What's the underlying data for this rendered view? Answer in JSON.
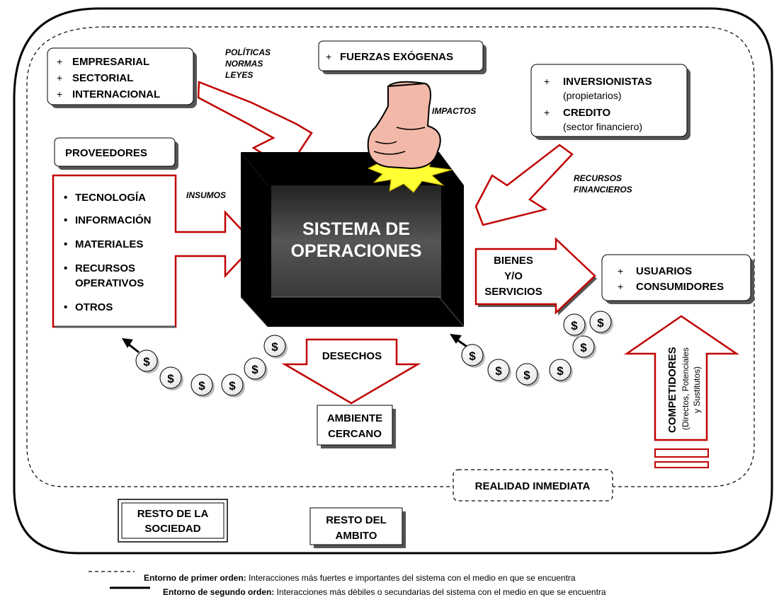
{
  "top_left_box": {
    "bullet": "+",
    "items": [
      "EMPRESARIAL",
      "SECTORIAL",
      "INTERNACIONAL"
    ]
  },
  "policies_label": [
    "POLÍTICAS",
    "NORMAS",
    "LEYES"
  ],
  "exogenous_box": {
    "bullet": "+",
    "label": "FUERZAS EXÓGENAS"
  },
  "impacts_label": "IMPACTOS",
  "investors_box": {
    "bullet": "+",
    "line1": "INVERSIONISTAS",
    "line1_sub": "(propietarios)",
    "line2": "CREDITO",
    "line2_sub": "(sector financiero)"
  },
  "financial_resources_label": [
    "RECURSOS",
    "FINANCIEROS"
  ],
  "suppliers_box": "PROVEEDORES",
  "inputs_label": "INSUMOS",
  "inputs_list": {
    "bullet": "•",
    "items": [
      "TECNOLOGÍA",
      "INFORMACIÓN",
      "MATERIALES",
      "RECURSOS",
      "OPERATIVOS",
      "OTROS"
    ]
  },
  "system_label": [
    "SISTEMA DE",
    "OPERACIONES"
  ],
  "goods_label": [
    "BIENES",
    "Y/O",
    "SERVICIOS"
  ],
  "users_box": {
    "bullet": "+",
    "items": [
      "USUARIOS",
      "CONSUMIDORES"
    ]
  },
  "waste_label": "DESECHOS",
  "near_env_box": [
    "AMBIENTE",
    "CERCANO"
  ],
  "competitors_label": "COMPETIDORES",
  "competitors_sub": [
    "(Directos, Potenciales",
    "y Sustitutos)"
  ],
  "dollar_symbol": "$",
  "immediate_reality": "REALIDAD INMEDIATA",
  "rest_society": [
    "RESTO DE LA",
    "SOCIEDAD"
  ],
  "rest_scope": [
    "RESTO DEL",
    "AMBITO"
  ],
  "legend": {
    "first_order_title": "Entorno de primer orden:",
    "first_order_text": " Interacciones más fuertes e importantes del sistema con el medio en que se encuentra",
    "second_order_title": "Entorno de segundo orden:",
    "second_order_text": " Interacciones más débiles o secundarias del sistema con el medio en que se encuentra"
  },
  "colors": {
    "arrow_red": "#c00000",
    "burst_yellow": "#ffff33",
    "fist": "#f2b8a8",
    "box_front": "#4a4a4a"
  }
}
